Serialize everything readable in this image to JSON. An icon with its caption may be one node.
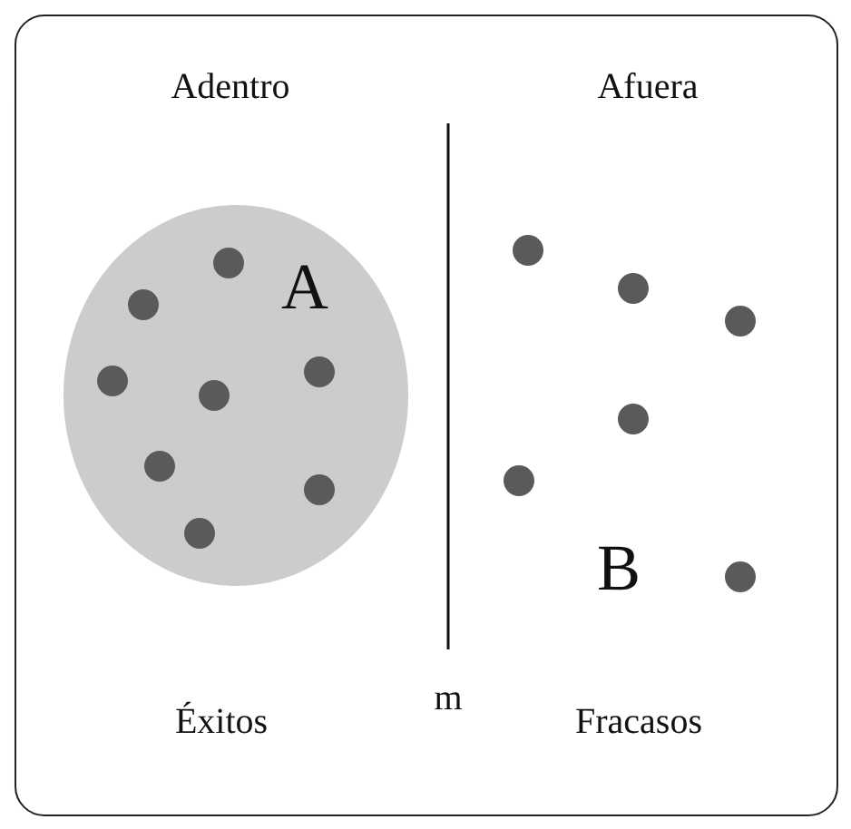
{
  "diagram": {
    "nodes": [
      {
        "text": [
          "A"
        ]
      }
    ],
    "labels": [
      "Adentro",
      "Afuera",
      "B",
      "Éxitos",
      "m",
      "Fracasos"
    ]
  }
}
